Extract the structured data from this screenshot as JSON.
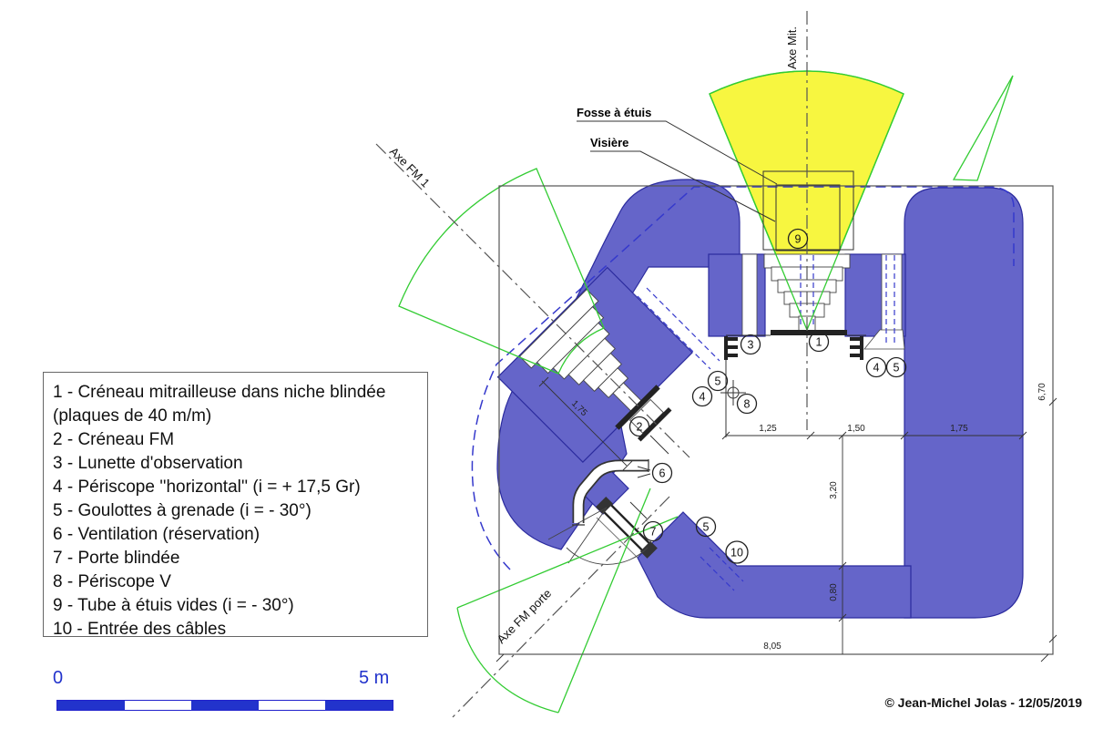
{
  "legend": {
    "items": [
      "1 - Créneau mitrailleuse dans niche blindée (plaques de 40 m/m)",
      "2 - Créneau FM",
      "3 - Lunette d'observation",
      "4 - Périscope ''horizontal'' (i = + 17,5 Gr)",
      "5 - Goulottes à grenade (i = - 30°)",
      "6 - Ventilation (réservation)",
      "7 - Porte blindée",
      "8 - Périscope V",
      "9 - Tube à étuis vides (i = - 30°)",
      "10 - Entrée des câbles"
    ]
  },
  "labels": {
    "axe_mit": "Axe Mit.",
    "fosse": "Fosse à étuis",
    "visiere": "Visière",
    "axe_fm1": "Axe FM 1",
    "axe_fm_porte": "Axe FM porte"
  },
  "dims": {
    "d175_diag": "1,75",
    "d125": "1,25",
    "d150": "1,50",
    "d175_right": "1,75",
    "d320": "3,20",
    "d080": "0,80",
    "d670": "6,70",
    "d805": "8,05"
  },
  "callouts": [
    "1",
    "2",
    "3",
    "4",
    "5",
    "6",
    "7",
    "8",
    "9",
    "10"
  ],
  "scale": {
    "zero": "0",
    "five": "5 m"
  },
  "copyright": "© Jean-Michel Jolas - 12/05/2019",
  "colors": {
    "wall_fill": "#6565c9",
    "wall_edge": "#2b2b9e",
    "hidden_dash": "#3539cc",
    "sector_fill": "#f7f640",
    "sector_line": "#33cc33",
    "scale_blue": "#2233cc",
    "line_dark": "#333333"
  }
}
